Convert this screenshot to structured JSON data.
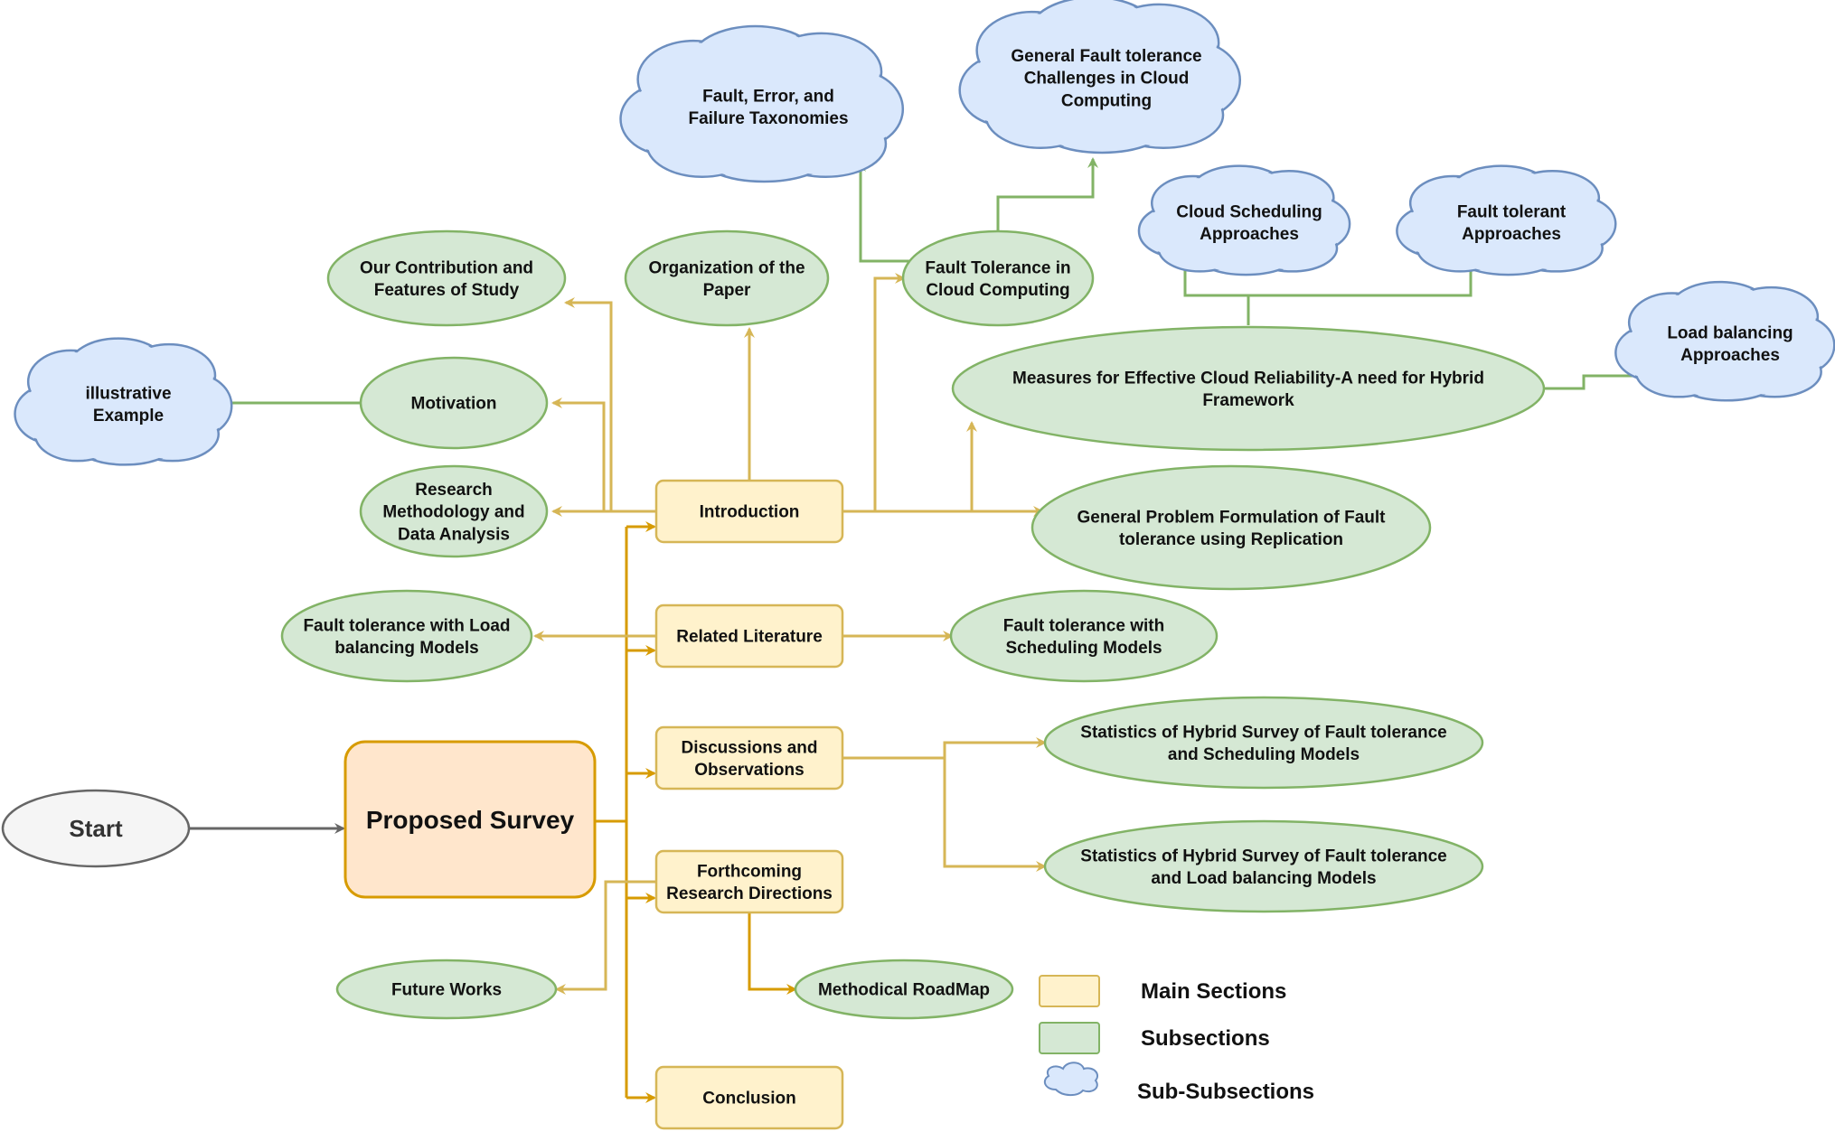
{
  "colors": {
    "main_fill": "#fff2cc",
    "main_stroke": "#d6b656",
    "sub_fill": "#d5e8d4",
    "sub_stroke": "#82b366",
    "subsub_fill": "#dae8fc",
    "subsub_stroke": "#6c8ebf",
    "root_fill": "#ffe6cc",
    "root_stroke": "#d79b00",
    "start_fill": "#f5f5f5",
    "start_stroke": "#666666",
    "yellow_edge": "#d6b656",
    "orange_edge": "#d79b00",
    "green_edge": "#82b366",
    "gray_edge": "#666666"
  },
  "nodes": {
    "start": {
      "lines": [
        "Start"
      ]
    },
    "proposed_survey": {
      "lines": [
        "Proposed Survey"
      ]
    },
    "introduction": {
      "lines": [
        "Introduction"
      ]
    },
    "related_literature": {
      "lines": [
        "Related Literature"
      ]
    },
    "discussions": {
      "lines": [
        "Discussions and",
        "Observations"
      ]
    },
    "forthcoming": {
      "lines": [
        "Forthcoming",
        "Research Directions"
      ]
    },
    "conclusion": {
      "lines": [
        "Conclusion"
      ]
    },
    "our_contribution": {
      "lines": [
        "Our Contribution and",
        "Features of Study"
      ]
    },
    "organization": {
      "lines": [
        "Organization of the",
        "Paper"
      ]
    },
    "fault_tolerance_cc": {
      "lines": [
        "Fault Tolerance in",
        "Cloud Computing"
      ]
    },
    "motivation": {
      "lines": [
        "Motivation"
      ]
    },
    "research_methodology": {
      "lines": [
        "Research",
        "Methodology and",
        "Data Analysis"
      ]
    },
    "measures": {
      "lines": [
        "Measures for Effective Cloud Reliability-A need for Hybrid",
        "Framework"
      ]
    },
    "general_problem": {
      "lines": [
        "General Problem Formulation of Fault",
        "tolerance using Replication"
      ]
    },
    "ft_load_balancing": {
      "lines": [
        "Fault tolerance with Load",
        "balancing Models"
      ]
    },
    "ft_scheduling": {
      "lines": [
        "Fault tolerance with",
        "Scheduling Models"
      ]
    },
    "stats_scheduling": {
      "lines": [
        "Statistics of Hybrid Survey of Fault tolerance",
        "and Scheduling Models"
      ]
    },
    "stats_load_balancing": {
      "lines": [
        "Statistics of Hybrid Survey of Fault tolerance",
        "and Load balancing Models"
      ]
    },
    "future_works": {
      "lines": [
        "Future Works"
      ]
    },
    "methodical_roadmap": {
      "lines": [
        "Methodical RoadMap"
      ]
    },
    "illustrative_example": {
      "lines": [
        "illustrative",
        "Example"
      ]
    },
    "taxonomies": {
      "lines": [
        "Fault, Error, and",
        "Failure Taxonomies"
      ]
    },
    "general_challenges": {
      "lines": [
        "General Fault tolerance",
        "Challenges in Cloud",
        "Computing"
      ]
    },
    "cloud_scheduling": {
      "lines": [
        "Cloud Scheduling",
        "Approaches"
      ]
    },
    "fault_tolerant_approaches": {
      "lines": [
        "Fault tolerant",
        "Approaches"
      ]
    },
    "load_balancing_approaches": {
      "lines": [
        "Load balancing",
        "Approaches"
      ]
    }
  },
  "legend": {
    "main_sections": "Main Sections",
    "subsections": "Subsections",
    "sub_subsections": "Sub-Subsections"
  }
}
